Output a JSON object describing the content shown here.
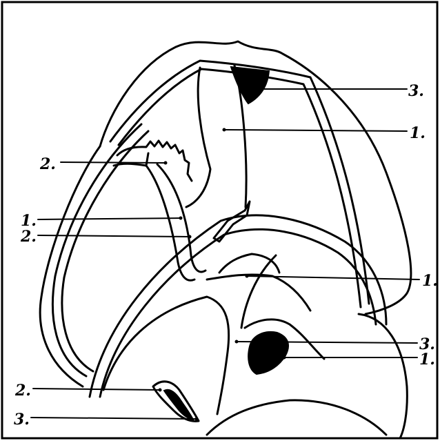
{
  "labels": {
    "r1": "3.",
    "r2": "1.",
    "r3": "1.",
    "r4": "3.",
    "r5": "1.",
    "l1": "2.",
    "l2": "1.",
    "l3": "2.",
    "l4": "2.",
    "l5": "3."
  }
}
